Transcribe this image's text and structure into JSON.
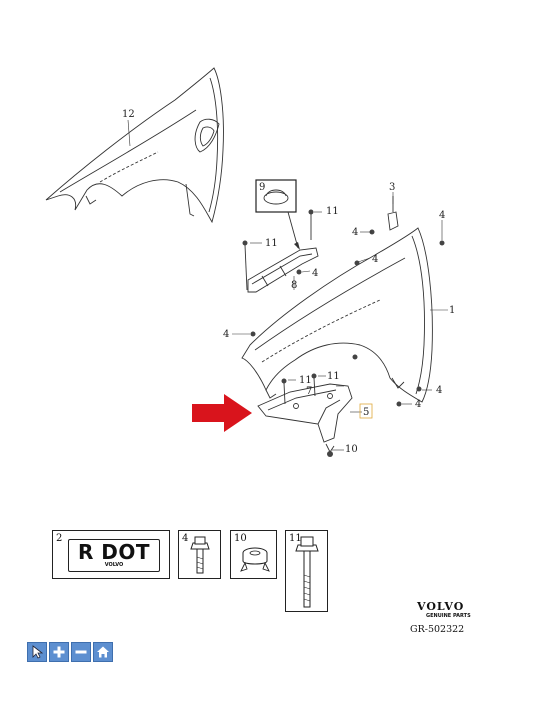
{
  "callouts": {
    "p1": "1",
    "p3": "3",
    "p4": "4",
    "p5": "5",
    "p7": "7",
    "p8": "8",
    "p9": "9",
    "p10": "10",
    "p11": "11",
    "p12": "12"
  },
  "legend": {
    "rdot": {
      "number": "2",
      "plate_text": "R DOT",
      "plate_sub": "VOLVO"
    },
    "bolt4": {
      "number": "4"
    },
    "nut10": {
      "number": "10"
    },
    "bolt11": {
      "number": "11"
    }
  },
  "brand": {
    "name": "VOLVO",
    "sub": "GENUINE PARTS"
  },
  "reference_code": "GR-502322",
  "toolbar": {
    "buttons": [
      {
        "name": "pointer",
        "icon": "cursor-icon"
      },
      {
        "name": "zoom-in",
        "icon": "plus-icon"
      },
      {
        "name": "zoom-out",
        "icon": "minus-icon"
      },
      {
        "name": "home",
        "icon": "home-icon"
      }
    ],
    "color": "#5d8fd0"
  },
  "highlight_color": "#d9141c"
}
